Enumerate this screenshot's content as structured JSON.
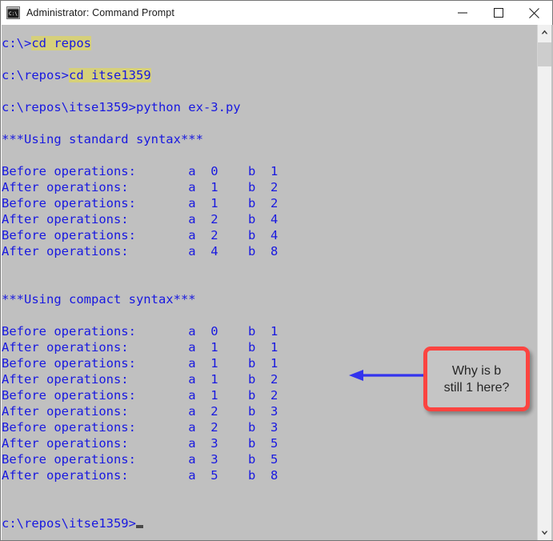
{
  "window": {
    "title": "Administrator: Command Prompt",
    "icon": "cmd-console-icon",
    "controls": {
      "minimize": "minimize-icon",
      "maximize": "maximize-icon",
      "close": "close-icon"
    }
  },
  "theme": {
    "console_background": "#c0c0c0",
    "console_text": "#1818e0",
    "highlight_background": "#d6d07a",
    "callout_border": "#fc4440",
    "arrow_color": "#3333ee",
    "titlebar_background": "#ffffff",
    "scrollbar_track": "#f0f0f0",
    "scrollbar_thumb": "#cdcdcd"
  },
  "console": {
    "lines": [
      {
        "id": "cmd-cd-repos",
        "prompt": "c:\\>",
        "command": "cd repos",
        "highlighted": true
      },
      {
        "id": "blank-1",
        "text": ""
      },
      {
        "id": "cmd-cd-itse1359",
        "prompt": "c:\\repos>",
        "command": "cd itse1359",
        "highlighted": true
      },
      {
        "id": "blank-2",
        "text": ""
      },
      {
        "id": "cmd-run-python",
        "prompt": "c:\\repos\\itse1359>",
        "command": "python ex-3.py",
        "highlighted": false
      },
      {
        "id": "blank-3",
        "text": ""
      },
      {
        "id": "header-standard",
        "text": "***Using standard syntax***"
      },
      {
        "id": "blank-4",
        "text": ""
      },
      {
        "id": "std-row-1",
        "text": "Before operations:       a  0    b  1"
      },
      {
        "id": "std-row-2",
        "text": "After operations:        a  1    b  2"
      },
      {
        "id": "std-row-3",
        "text": "Before operations:       a  1    b  2"
      },
      {
        "id": "std-row-4",
        "text": "After operations:        a  2    b  4"
      },
      {
        "id": "std-row-5",
        "text": "Before operations:       a  2    b  4"
      },
      {
        "id": "std-row-6",
        "text": "After operations:        a  4    b  8"
      },
      {
        "id": "blank-5",
        "text": ""
      },
      {
        "id": "blank-6",
        "text": ""
      },
      {
        "id": "header-compact",
        "text": "***Using compact syntax***"
      },
      {
        "id": "blank-7",
        "text": ""
      },
      {
        "id": "cmp-row-1",
        "text": "Before operations:       a  0    b  1"
      },
      {
        "id": "cmp-row-2",
        "text": "After operations:        a  1    b  1"
      },
      {
        "id": "cmp-row-3",
        "text": "Before operations:       a  1    b  1"
      },
      {
        "id": "cmp-row-4",
        "text": "After operations:        a  1    b  2"
      },
      {
        "id": "cmp-row-5",
        "text": "Before operations:       a  1    b  2"
      },
      {
        "id": "cmp-row-6",
        "text": "After operations:        a  2    b  3"
      },
      {
        "id": "cmp-row-7",
        "text": "Before operations:       a  2    b  3"
      },
      {
        "id": "cmp-row-8",
        "text": "After operations:        a  3    b  5"
      },
      {
        "id": "cmp-row-9",
        "text": "Before operations:       a  3    b  5"
      },
      {
        "id": "cmp-row-10",
        "text": "After operations:        a  5    b  8"
      },
      {
        "id": "blank-8",
        "text": ""
      },
      {
        "id": "blank-9",
        "text": ""
      },
      {
        "id": "final-prompt",
        "prompt": "c:\\repos\\itse1359>",
        "command": "",
        "cursor": true
      }
    ]
  },
  "annotation": {
    "callout_text": "Why is b\nstill 1 here?",
    "arrow": "left-arrow-icon",
    "points_at_line": "cmp-row-2"
  },
  "scrollbar": {
    "up_arrow": "chevron-up-icon",
    "down_arrow": "chevron-down-icon",
    "thumb": "scroll-thumb"
  }
}
